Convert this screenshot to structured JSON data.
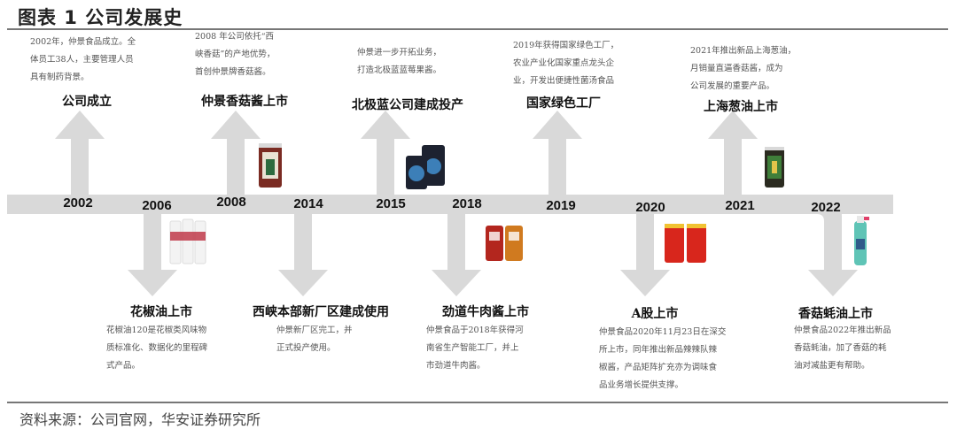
{
  "header": {
    "title": "图表 1 公司发展史"
  },
  "footer": {
    "source": "资料来源：公司官网，华安证券研究所"
  },
  "colors": {
    "timeline": "#d9d9d9",
    "rule": "#777777",
    "title_text": "#111111",
    "desc_text": "#555555"
  },
  "chart_data": {
    "type": "timeline",
    "title": "公司发展史",
    "events": [
      {
        "year": "2002",
        "direction": "up",
        "title": "公司成立",
        "description": "2002年，仲景食品成立。全体员工38人，主要管理人员具有制药背景。"
      },
      {
        "year": "2006",
        "direction": "down",
        "title": "花椒油上市",
        "description": "花椒油120是花椒类风味物质标准化、数据化的里程碑式产品。"
      },
      {
        "year": "2008",
        "direction": "up",
        "title": "仲景香菇酱上市",
        "description": "2008 年公司依托“西峡香菇”的产地优势，首创仲景牌香菇酱。"
      },
      {
        "year": "2014",
        "direction": "down",
        "title": "西峡本部新厂区建成使用",
        "description": "仲景新厂区完工，并正式投产使用。"
      },
      {
        "year": "2015",
        "direction": "up",
        "title": "北极蓝公司建成投产",
        "description": "仲景进一步开拓业务，打造北极蓝蓝莓果酱。"
      },
      {
        "year": "2018",
        "direction": "down",
        "title": "劲道牛肉酱上市",
        "description": "仲景食品于2018年获得河南省生产智能工厂，并上市劲道牛肉酱。"
      },
      {
        "year": "2019",
        "direction": "up",
        "title": "国家绿色工厂",
        "description": "2019年获得国家绿色工厂，农业产业化国家重点龙头企业，开发出便捷性菌汤食品"
      },
      {
        "year": "2020",
        "direction": "down",
        "title": "A股上市",
        "description": "仲景食品2020年11月23日在深交所上市，同年推出新品辣辣队辣椒酱，产品矩阵扩充亦为调味食品业务增长提供支撑。"
      },
      {
        "year": "2021",
        "direction": "up",
        "title": "上海葱油上市",
        "description": "2021年推出新品上海葱油，月销量直逼香菇酱，成为公司发展的重要产品。"
      },
      {
        "year": "2022",
        "direction": "down",
        "title": "香菇蚝油上市",
        "description": "仲景食品2022年推出新品香菇蚝油，加了香菇的耗油对减盐更有帮助。"
      }
    ]
  },
  "text": {
    "y2002": "2002",
    "y2006": "2006",
    "y2008": "2008",
    "y2014": "2014",
    "y2015": "2015",
    "y2018": "2018",
    "y2019": "2019",
    "y2020": "2020",
    "y2021": "2021",
    "y2022": "2022",
    "t2002": "公司成立",
    "t2006": "花椒油上市",
    "t2008": "仲景香菇酱上市",
    "t2014": "西峡本部新厂区建成使用",
    "t2015": "北极蓝公司建成投产",
    "t2018": "劲道牛肉酱上市",
    "t2019": "国家绿色工厂",
    "t2020": "A股上市",
    "t2021": "上海葱油上市",
    "t2022": "香菇蚝油上市",
    "d2002": [
      "2002年，仲景食品成立。全",
      "体员工38人，主要管理人员",
      "具有制药背景。"
    ],
    "d2006": [
      "花椒油120是花椒类风味物",
      "质标准化、数据化的里程碑",
      "式产品。"
    ],
    "d2008": [
      "2008 年公司依托“西",
      "峡香菇”的产地优势，",
      "首创仲景牌香菇酱。"
    ],
    "d2014": [
      "仲景新厂区完工，并",
      "正式投产使用。"
    ],
    "d2015": [
      "仲景进一步开拓业务，",
      "打造北极蓝蓝莓果酱。"
    ],
    "d2018": [
      "仲景食品于2018年获得河",
      "南省生产智能工厂，并上",
      "市劲道牛肉酱。"
    ],
    "d2019": [
      "2019年获得国家绿色工厂，",
      "农业产业化国家重点龙头企",
      "业，开发出便捷性菌汤食品"
    ],
    "d2020": [
      "仲景食品2020年11月23日在深交",
      "所上市，同年推出新品辣辣队辣",
      "椒酱，产品矩阵扩充亦为调味食",
      "品业务增长提供支撑。"
    ],
    "d2021": [
      "2021年推出新品上海葱油，",
      "月销量直逼香菇酱，成为",
      "公司发展的重要产品。"
    ],
    "d2022": [
      "仲景食品2022年推出新品",
      "香菇蚝油，加了香菇的耗",
      "油对减盐更有帮助。"
    ]
  },
  "products": [
    {
      "name": "pepper-oil-bottles",
      "year": "2006"
    },
    {
      "name": "mushroom-sauce-jar",
      "year": "2008"
    },
    {
      "name": "blueberry-jam-jars",
      "year": "2015"
    },
    {
      "name": "beef-sauce-jars",
      "year": "2018"
    },
    {
      "name": "chili-sauce-jars",
      "year": "2020"
    },
    {
      "name": "scallion-oil-jar",
      "year": "2021"
    },
    {
      "name": "mushroom-oyster-sauce-bottle",
      "year": "2022"
    }
  ]
}
